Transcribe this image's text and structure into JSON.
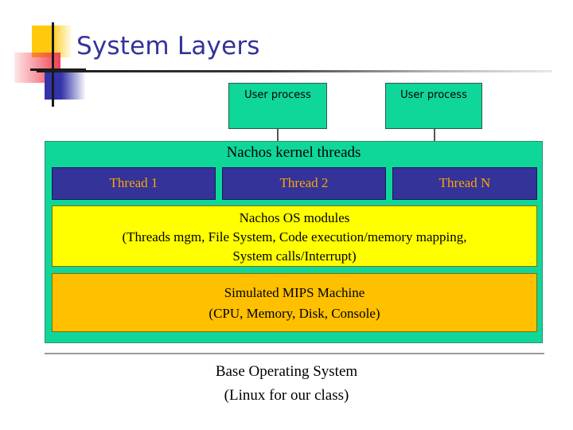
{
  "slide": {
    "title": "System Layers",
    "title_color": "#333399",
    "background": "#ffffff"
  },
  "decoration": {
    "name": "powerpoint-design-accent",
    "squares": [
      {
        "name": "yellow-square",
        "color": "#FFC90E"
      },
      {
        "name": "red-square",
        "color": "#F04050"
      },
      {
        "name": "blue-square",
        "color": "#3333AA"
      }
    ],
    "crosshair_color": "#1a1a1a"
  },
  "user_processes": [
    {
      "label": "User process",
      "color": "#0FD79A"
    },
    {
      "label": "User process",
      "color": "#0FD79A"
    }
  ],
  "kernel": {
    "title": "Nachos kernel threads",
    "color": "#0FD79A",
    "threads": [
      {
        "label": "Thread 1",
        "color": "#333399",
        "text_color": "#FFA500"
      },
      {
        "label": "Thread 2",
        "color": "#333399",
        "text_color": "#FFA500"
      },
      {
        "label": "Thread N",
        "color": "#333399",
        "text_color": "#FFA500"
      }
    ],
    "os_modules": {
      "color": "#FFFF00",
      "line1": "Nachos OS modules",
      "line2": "(Threads mgm, File System, Code execution/memory mapping,",
      "line3": "System calls/Interrupt)"
    },
    "mips_machine": {
      "color": "#FFC000",
      "line1": "Simulated MIPS Machine",
      "line2": "(CPU, Memory, Disk, Console)"
    }
  },
  "base_os": {
    "line1": "Base Operating System",
    "line2": "(Linux for our class)"
  }
}
